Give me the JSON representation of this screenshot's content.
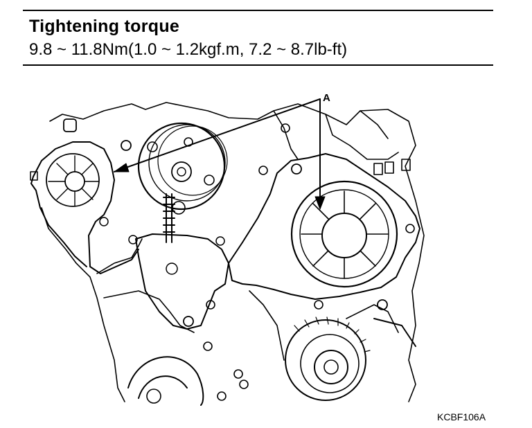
{
  "header": {
    "title": "Tightening torque",
    "spec": "9.8 ~ 11.8Nm(1.0 ~ 1.2kgf.m, 7.2 ~ 8.7lb-ft)"
  },
  "callout": {
    "label": "A"
  },
  "figure": {
    "code": "KCBF106A"
  }
}
